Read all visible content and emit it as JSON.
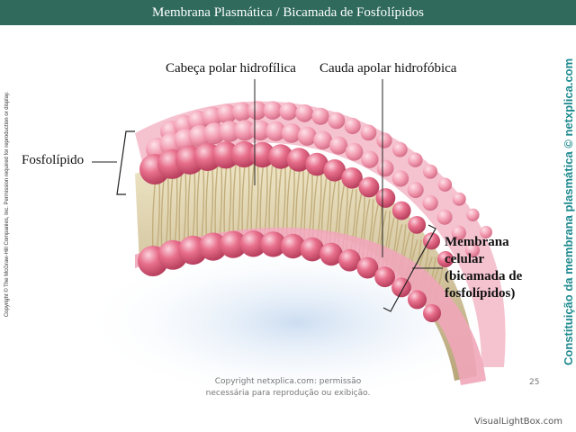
{
  "header": {
    "title": "Membrana Plasmática / Bicamada de Fosfolípidos"
  },
  "labels": {
    "polar_head": "Cabeça polar hidrofílica",
    "apolar_tail": "Cauda apolar hidrofóbica",
    "phospholipid": "Fosfolípido",
    "membrane_line1": "Membrana",
    "membrane_line2": "celular",
    "membrane_line3": "(bicamada de",
    "membrane_line4": "fosfolípidos)"
  },
  "side": {
    "copyright_vertical": "Copyright © The McGraw-Hill Companies, Inc. Permission required for reproduction or display.",
    "source_vertical": "Constituição da membrana plasmática © netxplica.com"
  },
  "footer": {
    "line1": "Copyright netxplica.com: permissão",
    "line2": "necessária para reprodução ou exibição.",
    "page_number": "25"
  },
  "watermark": "VisualLightBox.com",
  "colors": {
    "title_bar": "#2f6a5c",
    "head_pink": "#e0607f",
    "head_light": "#f6b3c4",
    "tail": "#d8c9a0",
    "side_text": "#1e8a8f",
    "glow": "#cfe0f2"
  }
}
